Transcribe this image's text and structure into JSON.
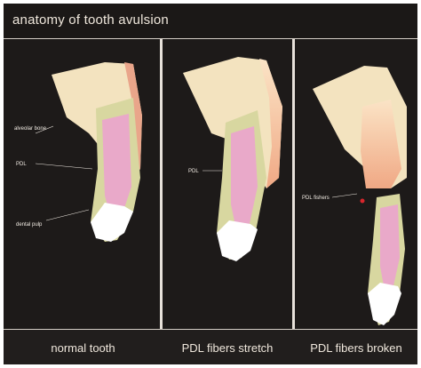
{
  "title": "anatomy of tooth avulsion",
  "panels": [
    {
      "caption": "normal tooth",
      "labels": {
        "bone": "alveolar bone",
        "pdl": "PDL",
        "pulp": "dental pulp"
      }
    },
    {
      "caption": "PDL fibers stretch",
      "labels": {
        "pdl": "PDL"
      }
    },
    {
      "caption": "PDL fibers broken",
      "labels": {
        "pdl": "PDL fishers"
      }
    }
  ],
  "colors": {
    "background": "#1d1a19",
    "bone": "#f3e3bf",
    "gum": "#e9a58a",
    "pulp": "#e9a9c9",
    "pdl": "#d8d7a0",
    "enamel": "#ffffff",
    "blood": "#d8262c"
  }
}
